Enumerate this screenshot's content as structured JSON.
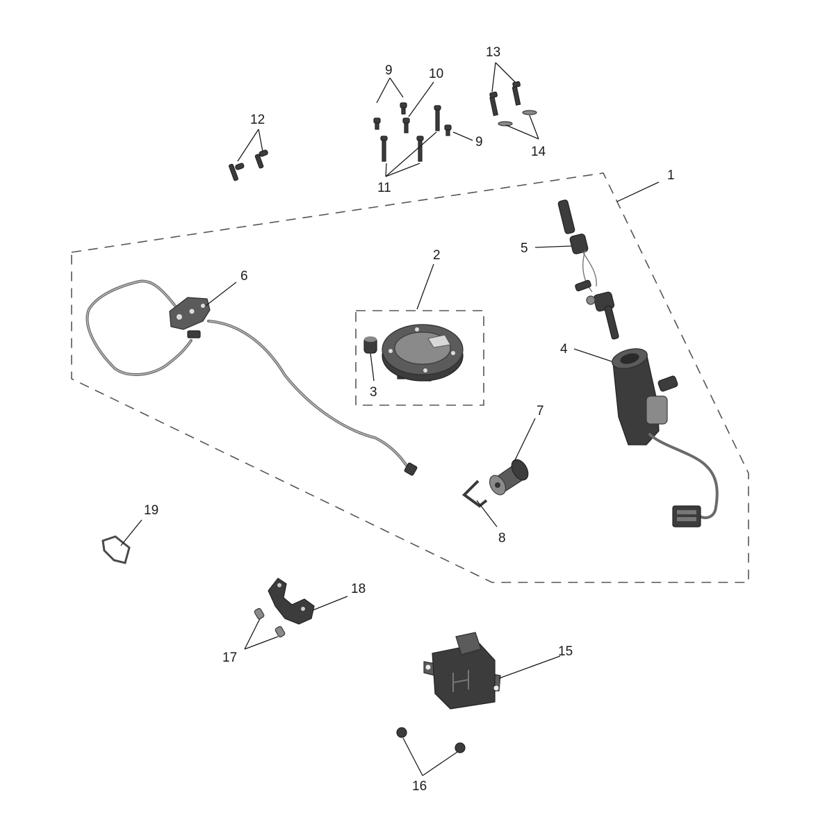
{
  "callouts": {
    "c1": "1",
    "c2": "2",
    "c3": "3",
    "c4": "4",
    "c5": "5",
    "c6": "6",
    "c7": "7",
    "c8": "8",
    "c9a": "9",
    "c9b": "9",
    "c10": "10",
    "c11": "11",
    "c12": "12",
    "c13": "13",
    "c14": "14",
    "c15": "15",
    "c16": "16",
    "c17": "17",
    "c18": "18",
    "c19": "19"
  }
}
